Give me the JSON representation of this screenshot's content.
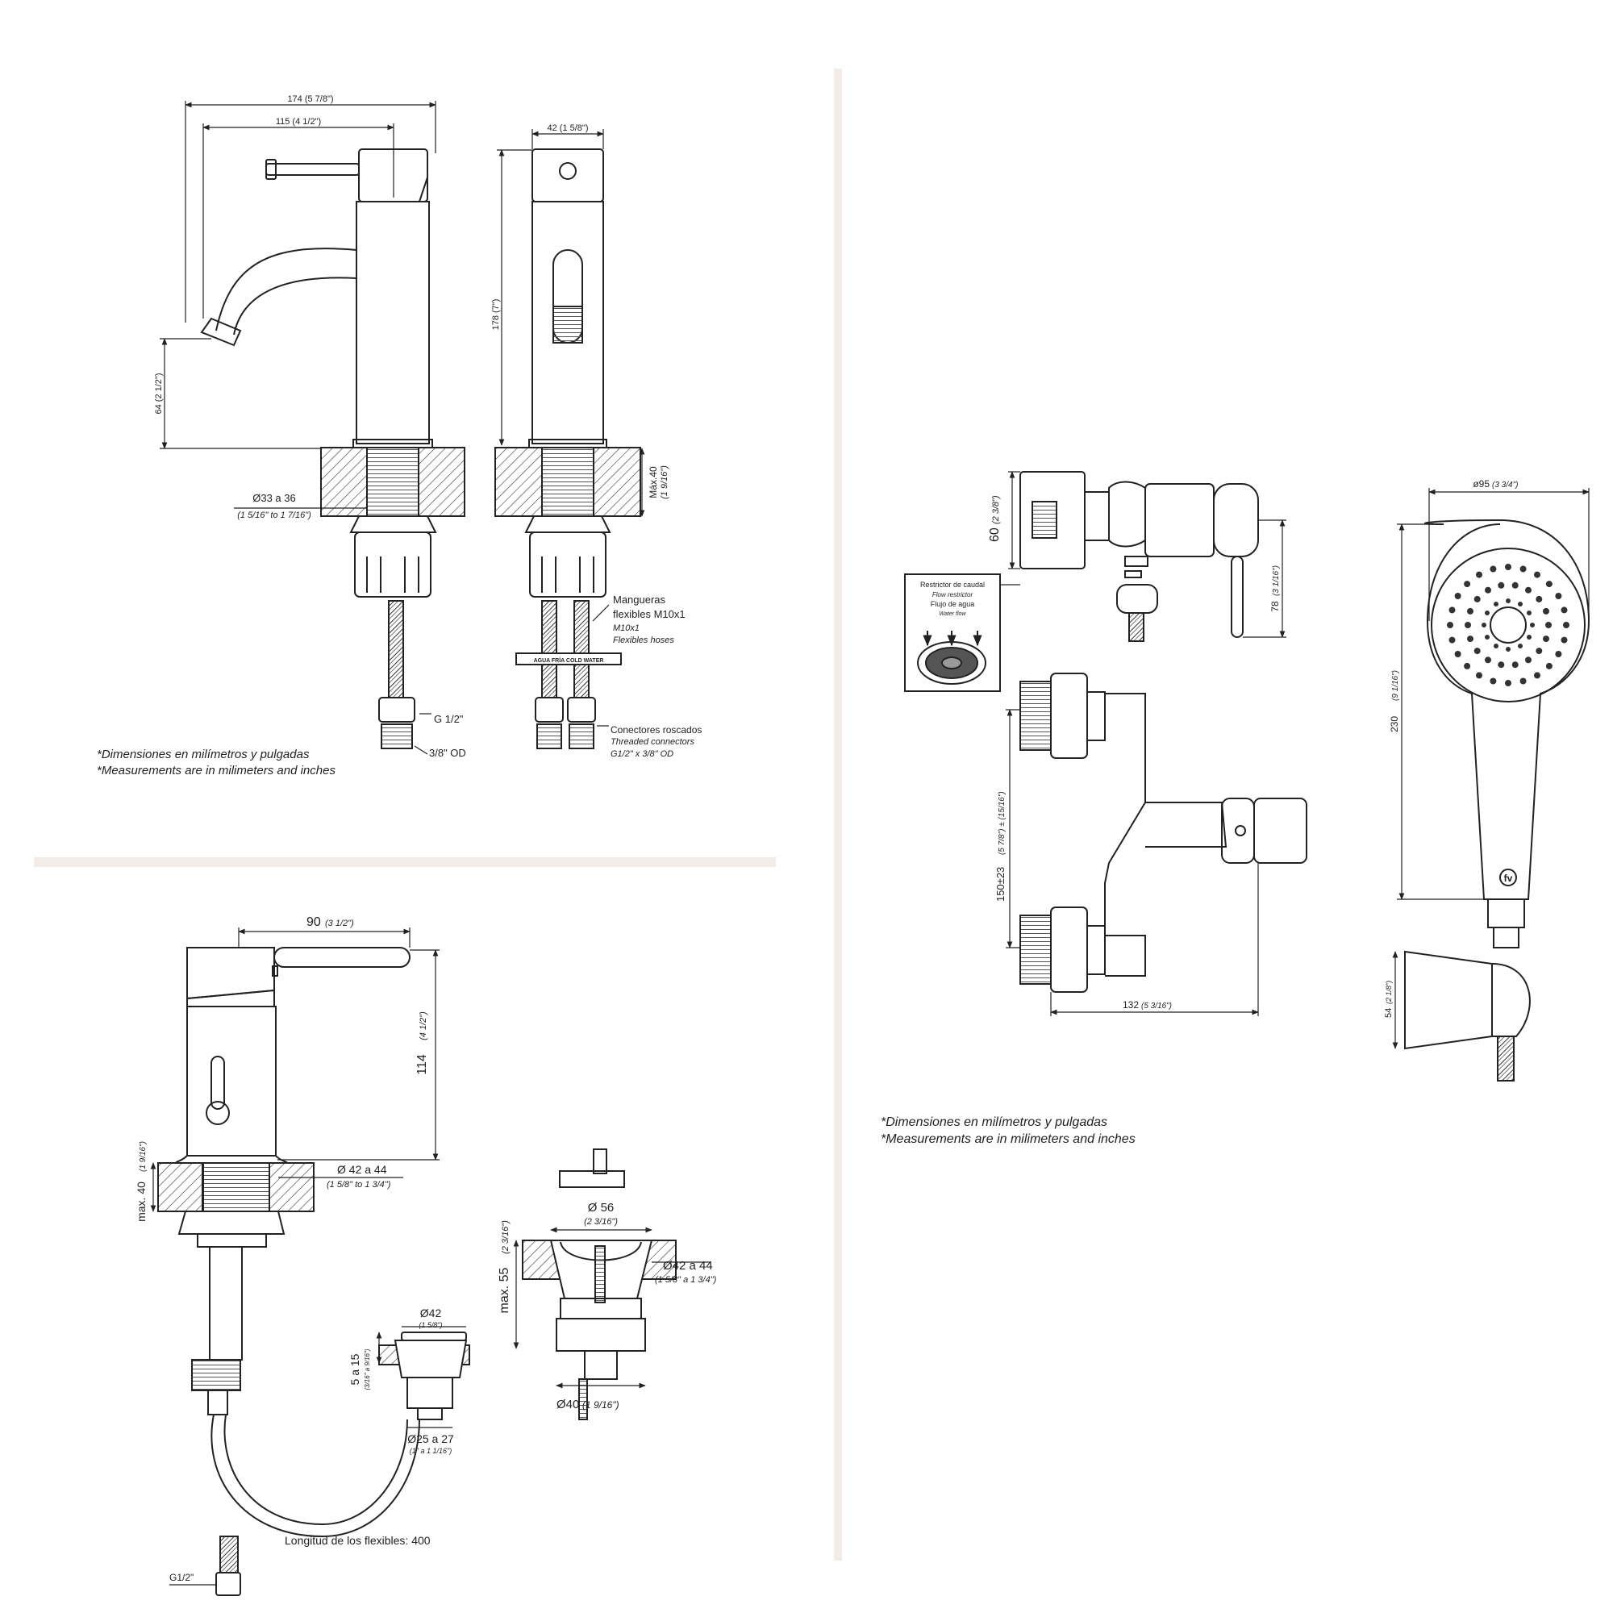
{
  "colors": {
    "line": "#222222",
    "divider": "#f1ece8",
    "background": "#ffffff"
  },
  "basin_mixer": {
    "dim_total_width": "174 (5 7/8\")",
    "dim_spout_reach": "115 (4 1/2\")",
    "dim_body_width": "42 (1 5/8\")",
    "dim_height": "178 (7\")",
    "dim_spout_height": "64 (2 1/2\")",
    "dim_hole_diameter": "Ø33 a 36",
    "dim_hole_diameter_in": "(1 5/16\" to 1 7/16\")",
    "dim_max_deck": "Máx.40",
    "dim_max_deck_in": "(1 9/16\")",
    "hoses_label_1": "Mangueras",
    "hoses_label_2": "flexibles M10x1",
    "hoses_label_3": "M10x1",
    "hoses_label_4": "Flexibles hoses",
    "hose_tag": "AGUA FRÍA COLD WATER",
    "dim_thread": "G 1/2\"",
    "dim_od": "3/8\" OD",
    "connectors_label_1": "Conectores roscados",
    "connectors_label_2": "Threaded connectors",
    "connectors_label_3": "G1/2\" x 3/8\" OD",
    "note_1": "*Dimensiones en milímetros y pulgadas",
    "note_2": "*Measurements are in milimeters and inches"
  },
  "bidet_mixer": {
    "dim_handle": "90",
    "dim_handle_in": "(3 1/2\")",
    "dim_height": "114",
    "dim_height_in": "(4 1/2\")",
    "dim_max_deck": "max. 40",
    "dim_max_deck_in": "(1 9/16\")",
    "dim_hole": "Ø 42 a 44",
    "dim_hole_in": "(1 5/8\" to 1 3/4\")",
    "dim_aerator": "Ø42",
    "dim_aerator_in": "(1 5/8\")",
    "dim_aerator_range": "5 a 15",
    "dim_aerator_range_in": "(3/16\" a 9/16\")",
    "dim_aerator_hole": "Ø25 a 27",
    "dim_aerator_hole_in": "(1\" a 1 1/16\")",
    "hose_length": "Longitud de los flexibles: 400",
    "dim_g12": "G1/2\"",
    "waste_top": "Ø 56",
    "waste_top_in": "(2 3/16\")",
    "waste_max": "max. 55",
    "waste_max_in": "(2 3/16\")",
    "waste_hole": "Ø42 a 44",
    "waste_hole_in": "(1 5/8\" a 1 3/4\")",
    "waste_bottom": "Ø40",
    "waste_bottom_in": "(1 9/16\")"
  },
  "shower_mixer": {
    "dim_depth": "60",
    "dim_depth_in": "(2 3/8\")",
    "dim_handle_drop": "78",
    "dim_handle_drop_in": "(3 1/16\")",
    "restrictor_1": "Restrictor de caudal",
    "restrictor_2": "Flow restrictor",
    "restrictor_3": "Flujo de agua",
    "restrictor_4": "Water flow",
    "dim_centers": "150±23",
    "dim_centers_in": "(5 7/8\") ± (15/16\")",
    "dim_width": "132",
    "dim_width_in": "(5 3/16\")"
  },
  "hand_shower": {
    "dim_diameter": "ø95",
    "dim_diameter_in": "(3 3/4\")",
    "dim_length": "230",
    "dim_length_in": "(9 1/16\")",
    "dim_holder": "54",
    "dim_holder_in": "(2 1/8\")",
    "logo_text": "fv"
  },
  "notes_right": {
    "note_1": "*Dimensiones en milímetros y pulgadas",
    "note_2": "*Measurements are in milimeters and inches"
  }
}
